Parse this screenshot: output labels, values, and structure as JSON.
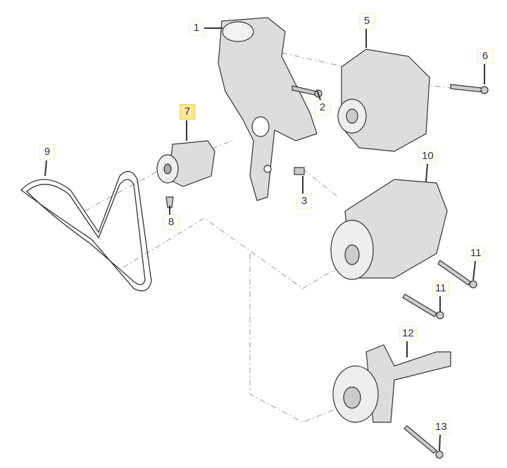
{
  "diagram": {
    "selected_part": "7",
    "highlight_color": "#fbe79a",
    "callouts": [
      {
        "id": "c1",
        "label": "1"
      },
      {
        "id": "c2",
        "label": "2"
      },
      {
        "id": "c3",
        "label": "3"
      },
      {
        "id": "c5",
        "label": "5"
      },
      {
        "id": "c6",
        "label": "6"
      },
      {
        "id": "c7",
        "label": "7"
      },
      {
        "id": "c8",
        "label": "8"
      },
      {
        "id": "c9",
        "label": "9"
      },
      {
        "id": "c10",
        "label": "10"
      },
      {
        "id": "c11a",
        "label": "11"
      },
      {
        "id": "c11b",
        "label": "11"
      },
      {
        "id": "c12",
        "label": "12"
      },
      {
        "id": "c13",
        "label": "13"
      }
    ]
  }
}
